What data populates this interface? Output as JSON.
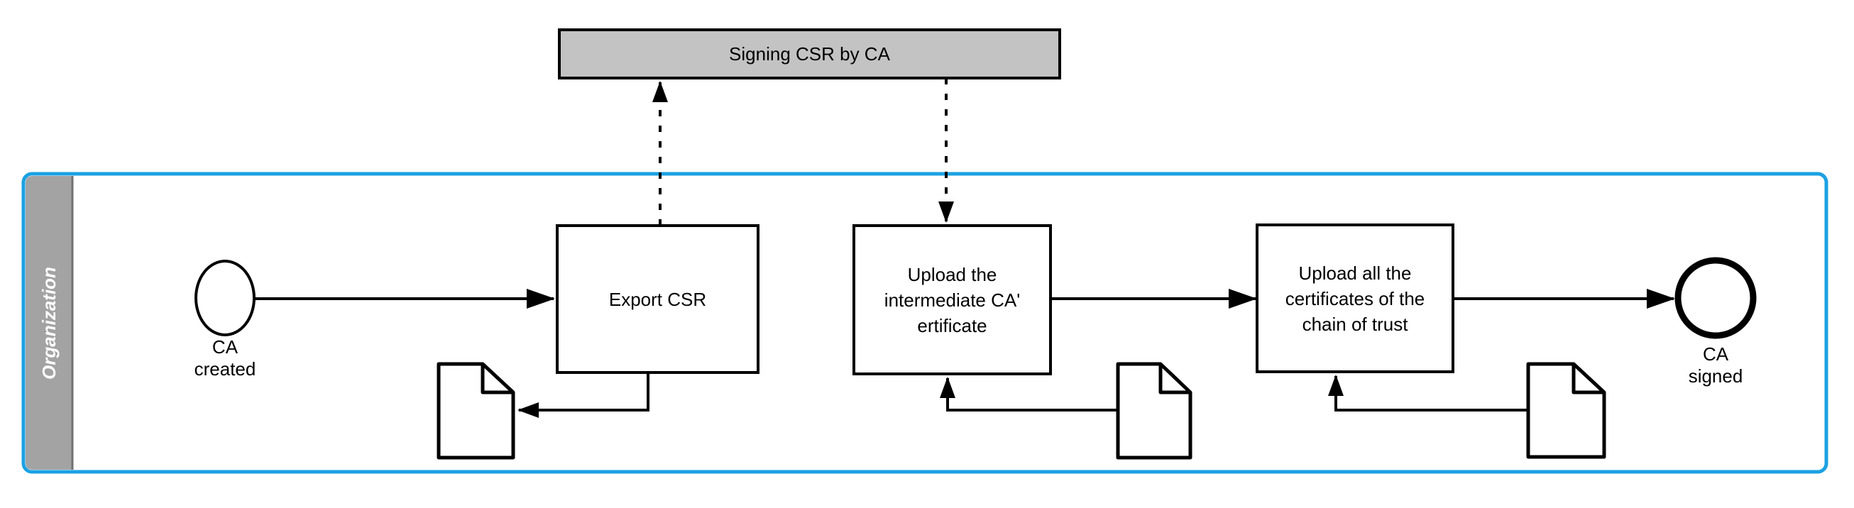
{
  "diagram": {
    "callout": {
      "label": "Signing CSR by CA"
    },
    "lane": {
      "label": "Organization"
    },
    "start_event": {
      "label": "CA\ncreated"
    },
    "tasks": [
      {
        "label": "Export CSR"
      },
      {
        "label": "Upload the\nintermediate CA'\nertificate"
      },
      {
        "label": "Upload all the\ncertificates of the\nchain of trust"
      }
    ],
    "end_event": {
      "label": "CA\nsigned"
    },
    "documents": [
      {
        "icon": "document-icon"
      },
      {
        "icon": "document-icon"
      },
      {
        "icon": "document-icon"
      }
    ],
    "colors": {
      "lane_border": "#1BA1E2",
      "lane_header_fill": "#A3A3A3",
      "lane_header_separator": "#707070",
      "callout_fill": "#C3C3C3",
      "ink": "#000000",
      "background": "#FFFFFF"
    }
  }
}
